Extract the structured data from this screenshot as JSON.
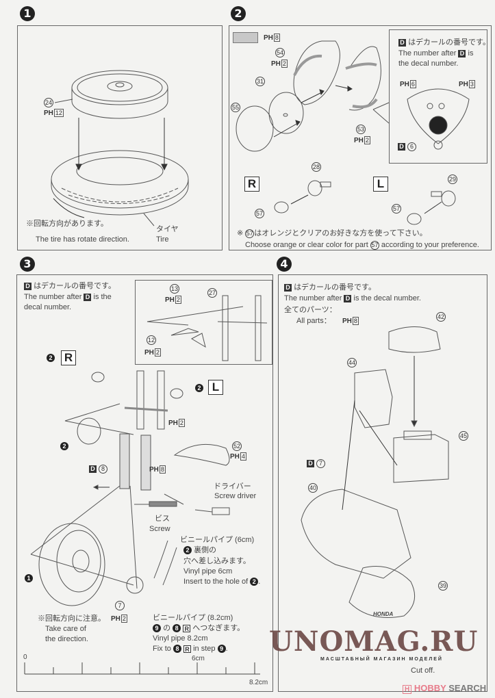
{
  "steps": [
    {
      "number": "1"
    },
    {
      "number": "2"
    },
    {
      "number": "3"
    },
    {
      "number": "4"
    }
  ],
  "ph_prefix": "PH",
  "decal_prefix": "D",
  "step1": {
    "part_24": "24",
    "paint_24": "12",
    "note_jp": "※回転方向があります。",
    "note_en": "The tire has rotate direction.",
    "tire_jp": "タイヤ",
    "tire_en": "Tire"
  },
  "step2": {
    "swatch_paint": "8",
    "part_54": "54",
    "paint_54": "2",
    "part_31": "31",
    "part_55": "55",
    "part_53": "53",
    "paint_53": "2",
    "inset": {
      "line1_suffix": "はデカールの番号です。",
      "line2_prefix": "The number after",
      "line2_suffix": "is",
      "line3": "the decal number.",
      "paint_left": "6",
      "paint_right": "3",
      "decal": "6"
    },
    "right_label": "R",
    "left_label": "L",
    "part_28": "28",
    "part_29": "29",
    "part_57": "57",
    "note_jp_prefix": "※",
    "note_jp_suffix": "はオレンジとクリアのお好きな方を使って下さい。",
    "note_en_prefix": "Choose orange or clear color for part",
    "note_en_suffix": "according to your preference."
  },
  "step3": {
    "decal_line1": "はデカールの番号です。",
    "decal_line2_prefix": "The number after",
    "decal_line2_suffix": "is the",
    "decal_line3": "decal number.",
    "part_13": "13",
    "paint_13": "2",
    "part_27": "27",
    "part_12": "12",
    "paint_12": "2",
    "ref_2": "2",
    "right_label": "R",
    "left_label": "L",
    "paint_fork": "2",
    "decal_8": "8",
    "paint_8": "8",
    "part_52": "52",
    "paint_52": "4",
    "driver_jp": "ドライバー",
    "driver_en": "Screw driver",
    "screw_jp": "ビス",
    "screw_en": "Screw",
    "pipe6_jp1": "ビニールパイプ (6cm)",
    "pipe6_jp2": "裏側の",
    "pipe6_jp3": "穴へ差し込みます。",
    "pipe6_en1": "Vinyl pipe 6cm",
    "pipe6_en2": "Insert to the hole of",
    "ref_1": "1",
    "part_7": "7",
    "paint_7": "2",
    "dir_jp": "※回転方向に注意。",
    "dir_en1": "Take care of",
    "dir_en2": "the direction.",
    "pipe82_jp1": "ビニールパイプ (8.2cm)",
    "pipe82_ref9": "9",
    "pipe82_no": "の",
    "pipe82_ref8": "8",
    "pipe82_jp2": "へつなぎます。",
    "pipe82_en1": "Vinyl pipe 8.2cm",
    "pipe82_en2": "Fix to",
    "pipe82_en3": "in step",
    "ruler": {
      "start": "0",
      "mid": "6cm",
      "end": "8.2cm"
    }
  },
  "step4": {
    "decal_line1": "はデカールの番号です。",
    "decal_line2_prefix": "The number after",
    "decal_line2_suffix": "is the decal number.",
    "all_jp": "全てのパーツ：",
    "all_en": "All parts：",
    "all_paint": "8",
    "part_42": "42",
    "part_44": "44",
    "part_45": "45",
    "decal_7": "7",
    "part_40": "40",
    "part_39": "39",
    "engine_brand": "HONDA",
    "cut_en": "Cut off."
  },
  "watermark": {
    "title": "UNOMAG.RU",
    "subtitle": "МАСШТАБНЫЙ МАГАЗИН МОДЕЛЕЙ"
  },
  "hobby_search": {
    "mark": "H",
    "hobby": "HOBBY",
    "search": "SEARCH"
  },
  "colors": {
    "swatch": "#c8c8c8",
    "watermark": "#6e4b48",
    "hobby_pink": "#e77b8a"
  }
}
